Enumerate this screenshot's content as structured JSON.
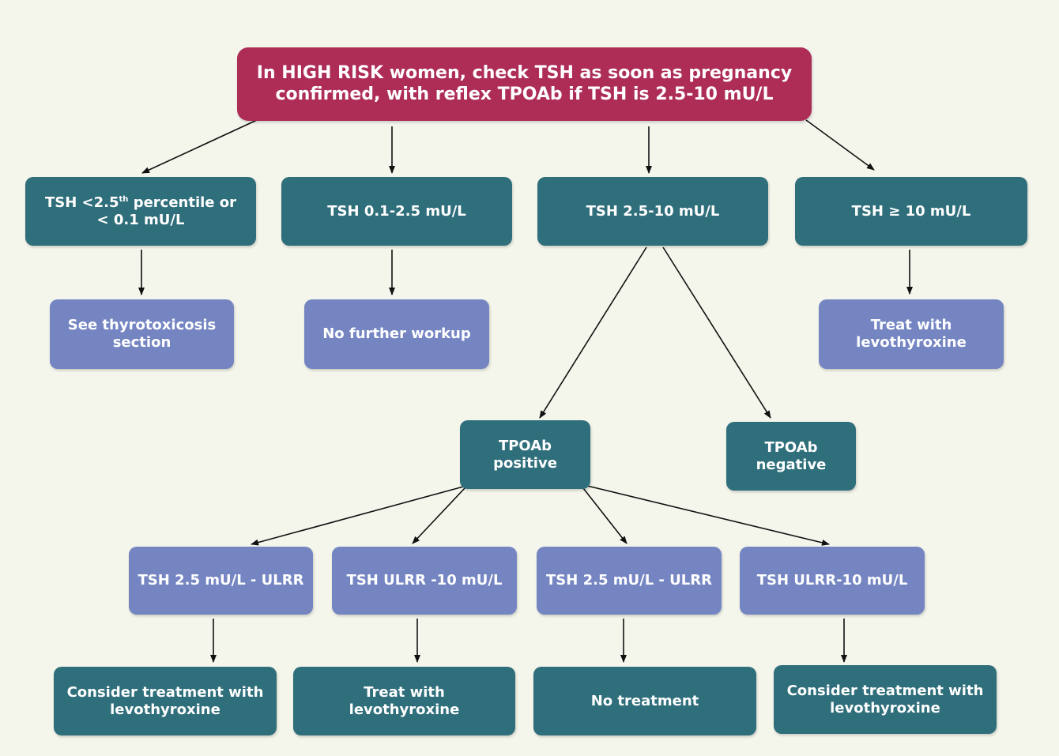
{
  "colors": {
    "background": "#f4f6ec",
    "top_box": "#ad2d57",
    "teal_box": "#2f6e7b",
    "lavender_box": "#7485c2",
    "text": "#ffffff",
    "arrow": "#111111"
  },
  "root": {
    "text": "In HIGH RISK women, check TSH as soon as pregnancy\nconfirmed, with reflex TPOAb if TSH is 2.5-10 mU/L"
  },
  "level1": {
    "low_tsh": {
      "prefix": "TSH <2.5",
      "sup": "th",
      "suffix": " percentile or\n< 0.1 mU/L"
    },
    "normal_tsh": {
      "text": "TSH  0.1-2.5  mU/L"
    },
    "mid_tsh": {
      "text": "TSH 2.5-10 mU/L"
    },
    "high_tsh": {
      "text": "TSH ≥ 10 mU/L"
    }
  },
  "level2": {
    "thyrotoxicosis": {
      "text": "See thyrotoxicosis\nsection"
    },
    "no_workup": {
      "text": "No further workup"
    },
    "treat_high": {
      "text": "Treat with\nlevothyroxine"
    }
  },
  "tpoab": {
    "positive": {
      "text": "TPOAb\npositive"
    },
    "negative": {
      "text": "TPOAb\nnegative"
    }
  },
  "level4": [
    {
      "text": "TSH 2.5 mU/L  - ULRR"
    },
    {
      "text": "TSH  ULRR -10  mU/L"
    },
    {
      "text": "TSH 2.5 mU/L -  ULRR"
    },
    {
      "text": "TSH  ULRR-10 mU/L"
    }
  ],
  "level5": [
    {
      "text": "Consider treatment with\nlevothyroxine"
    },
    {
      "text": "Treat with\nlevothyroxine"
    },
    {
      "text": "No  treatment"
    },
    {
      "text": "Consider treatment with\nlevothyroxine"
    }
  ]
}
